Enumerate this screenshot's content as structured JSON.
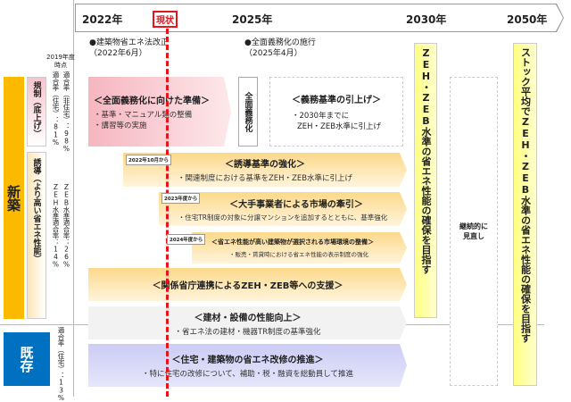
{
  "timeline": {
    "years": [
      "2022年",
      "2025年",
      "2030年",
      "2050年"
    ],
    "current_label": "現状"
  },
  "events": [
    {
      "title": "●建築物省エネ法改正",
      "date": "（2022年6月）"
    },
    {
      "title": "●全面義務化の施行",
      "date": "（2025年4月）"
    }
  ],
  "categories": {
    "new": "新築",
    "existing": "既存",
    "regulation": "規制（底上げ）",
    "guidance": "誘導（より高い省エネ性能）"
  },
  "rates": {
    "as_of": "2019年度時点",
    "residential": "適合率（住宅）：81%",
    "non_residential": "適合率（非住宅）：98%",
    "zeh": "ZEH水準適合率：14%",
    "zeb": "ZEB水準適合率：26%",
    "existing_residential": "適合率（住宅）：13%"
  },
  "measures": {
    "prep": {
      "title": "＜全面義務化に向けた準備＞",
      "items": [
        "・基準・マニュアル類の整備",
        "・講習等の実施"
      ]
    },
    "mandate": "全面義務化",
    "raise": {
      "title": "＜義務基準の引上げ＞",
      "items": [
        "・2030年までに",
        "ZEH・ZEB水準に引上げ"
      ]
    },
    "guidance_std": {
      "tag": "2022年10月から",
      "title": "＜誘導基準の強化＞",
      "item": "・関連制度における基準をZEH・ZEB水準に引上げ"
    },
    "big_business": {
      "tag": "2023年度から",
      "title": "＜大手事業者による市場の牽引＞",
      "item": "・住宅TR制度の対象に分譲マンションを追加するとともに、基準強化"
    },
    "market": {
      "tag": "2024年度から",
      "title": "＜省エネ性能が高い建築物が選択される市場環境の整備＞",
      "item": "・販売・賃貸時における省エネ性能の表示制度の強化"
    },
    "support": {
      "title": "＜関係省庁連携によるZEH・ZEB等への支援＞"
    },
    "materials": {
      "title": "＜建材・設備の性能向上＞",
      "item": "・省エネ法の建材・機器TR制度の基準強化"
    },
    "renovation": {
      "title": "＜住宅・建築物の省エネ改修の推進＞",
      "item": "・特に住宅の改修について、補助・税・融資を総動員して推進"
    }
  },
  "goals": {
    "y2030": "ZEH・ZEB水準の省エネ性能の確保を目指す",
    "review": [
      "継続的に",
      "見直し"
    ],
    "y2050": "ストック平均でZEH・ZEB水準の省エネ性能の確保を目指す"
  },
  "colors": {
    "red": "#e8141b",
    "orange": "#fbb900",
    "blue": "#0070c0",
    "yellow": "#ffff99"
  }
}
